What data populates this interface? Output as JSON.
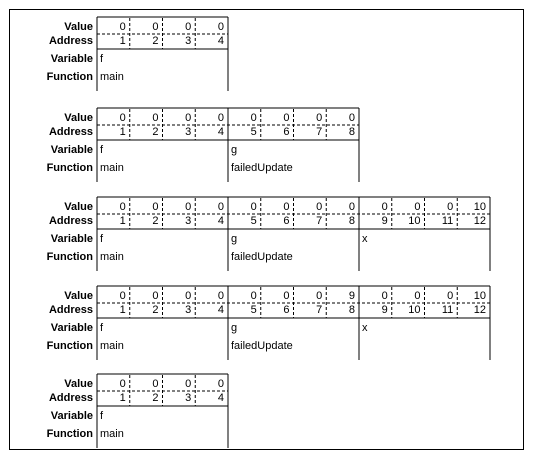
{
  "row_labels": {
    "value": "Value",
    "address": "Address",
    "variable": "Variable",
    "function": "Function"
  },
  "snapshots": [
    {
      "frames": [
        {
          "function": "main",
          "variable": "f",
          "values": [
            "0",
            "0",
            "0",
            "0"
          ],
          "addresses": [
            "1",
            "2",
            "3",
            "4"
          ]
        }
      ]
    },
    {
      "frames": [
        {
          "function": "main",
          "variable": "f",
          "values": [
            "0",
            "0",
            "0",
            "0"
          ],
          "addresses": [
            "1",
            "2",
            "3",
            "4"
          ]
        },
        {
          "function": "failedUpdate",
          "variable": "g",
          "values": [
            "0",
            "0",
            "0",
            "0"
          ],
          "addresses": [
            "5",
            "6",
            "7",
            "8"
          ]
        }
      ]
    },
    {
      "frames": [
        {
          "function": "main",
          "variable": "f",
          "values": [
            "0",
            "0",
            "0",
            "0"
          ],
          "addresses": [
            "1",
            "2",
            "3",
            "4"
          ]
        },
        {
          "function": "failedUpdate",
          "variable": "g",
          "values": [
            "0",
            "0",
            "0",
            "0"
          ],
          "addresses": [
            "5",
            "6",
            "7",
            "8"
          ]
        },
        {
          "function": "",
          "variable": "x",
          "values": [
            "0",
            "0",
            "0",
            "10"
          ],
          "addresses": [
            "9",
            "10",
            "11",
            "12"
          ]
        }
      ]
    },
    {
      "frames": [
        {
          "function": "main",
          "variable": "f",
          "values": [
            "0",
            "0",
            "0",
            "0"
          ],
          "addresses": [
            "1",
            "2",
            "3",
            "4"
          ]
        },
        {
          "function": "failedUpdate",
          "variable": "g",
          "values": [
            "0",
            "0",
            "0",
            "9"
          ],
          "addresses": [
            "5",
            "6",
            "7",
            "8"
          ]
        },
        {
          "function": "",
          "variable": "x",
          "values": [
            "0",
            "0",
            "0",
            "10"
          ],
          "addresses": [
            "9",
            "10",
            "11",
            "12"
          ]
        }
      ]
    },
    {
      "frames": [
        {
          "function": "main",
          "variable": "f",
          "values": [
            "0",
            "0",
            "0",
            "0"
          ],
          "addresses": [
            "1",
            "2",
            "3",
            "4"
          ]
        }
      ]
    }
  ]
}
